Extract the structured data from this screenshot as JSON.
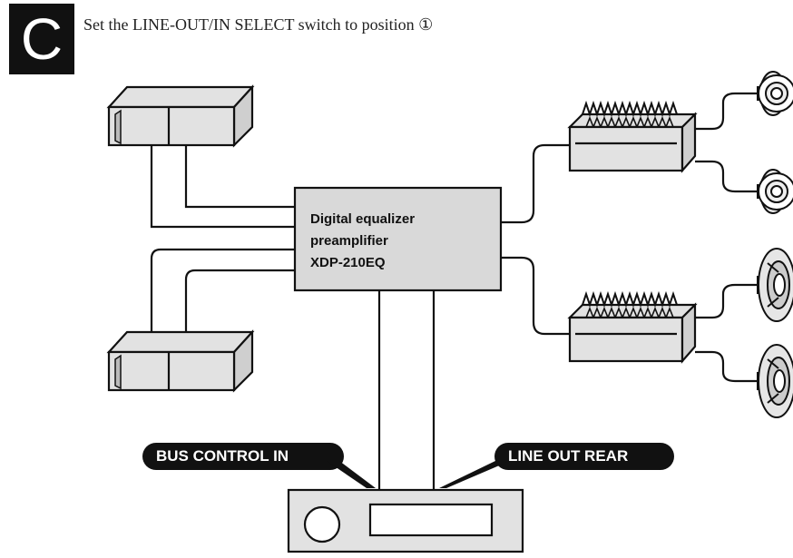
{
  "section_letter": "C",
  "instruction": "Set the LINE-OUT/IN SELECT switch to position ①",
  "equalizer": {
    "line1": "Digital equalizer",
    "line2": "preamplifier",
    "line3": "XDP-210EQ"
  },
  "labels": {
    "bus_control_in": "BUS CONTROL IN",
    "line_out_rear": "LINE OUT REAR"
  },
  "colors": {
    "equalizer_fill": "#d9d9d9",
    "device_fill": "#e2e2e2",
    "pill_fill": "#111111",
    "line": "#111111"
  }
}
